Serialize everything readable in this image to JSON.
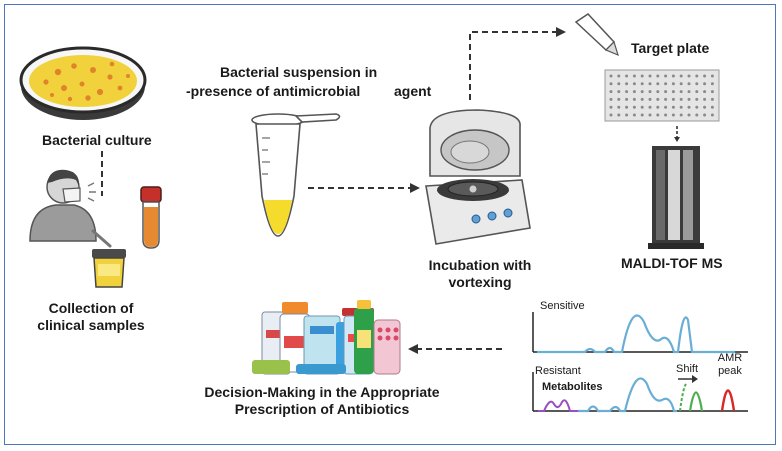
{
  "labels": {
    "bacterial_culture": "Bacterial culture",
    "collection_line1": "Collection of",
    "collection_line2": "clinical samples",
    "suspension_line1": "Bacterial suspension in",
    "suspension_line2": "presence of antimicrobial",
    "suspension_agent": "agent",
    "incubation_line1": "Incubation with",
    "incubation_line2": "vortexing",
    "target_plate": "Target plate",
    "maldi": "MALDI-TOF MS",
    "decision_line1": "Decision-Making in the Appropriate",
    "decision_line2": "Prescription of Antibiotics",
    "sensitive": "Sensitive",
    "resistant": "Resistant",
    "metabolites": "Metabolites",
    "shift": "Shift",
    "amr_line1": "AMR",
    "amr_line2": "peak"
  },
  "colors": {
    "frame": "#4a78b8",
    "petri_agar": "#f2d23c",
    "colony": "#e0842a",
    "tube_liquid": "#f5dc2c",
    "spectrum_blue": "#6aaed6",
    "metabolite_purple": "#9a4fc0",
    "shift_green": "#4cae4c",
    "amr_red": "#d62828"
  }
}
